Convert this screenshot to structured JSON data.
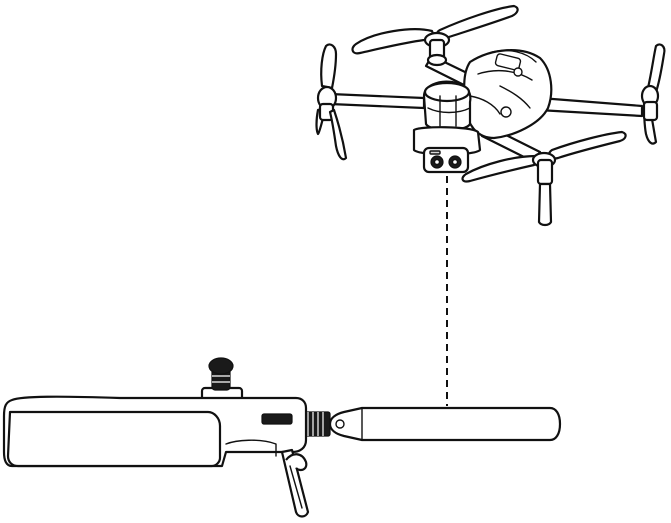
{
  "figure": {
    "background": "#ffffff",
    "line_color": "#111111",
    "items": [
      "drone",
      "remote-controller",
      "antenna"
    ]
  }
}
